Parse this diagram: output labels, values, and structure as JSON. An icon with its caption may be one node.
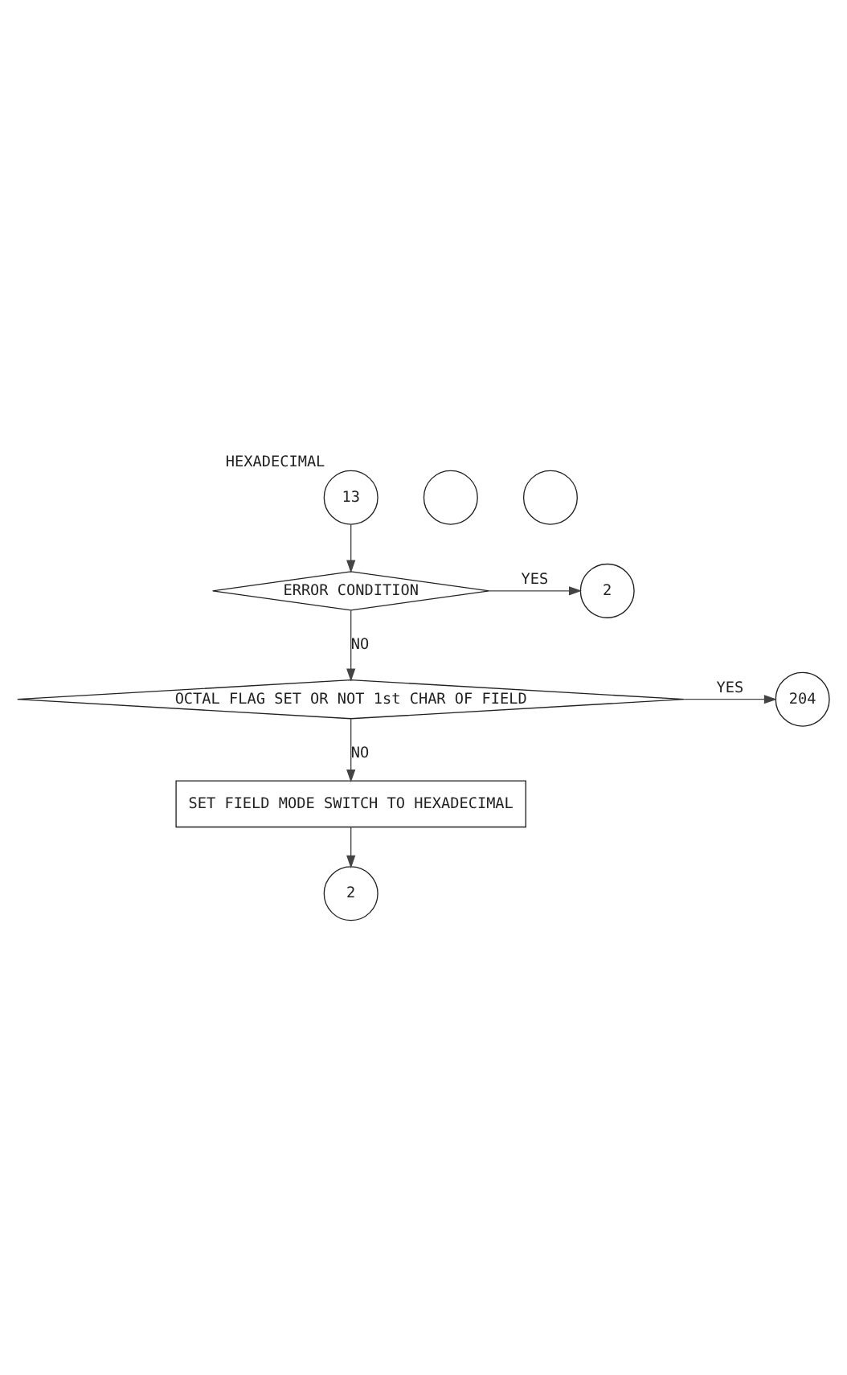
{
  "diagram": {
    "nodes": [
      {
        "text": [
          "13"
        ],
        "beside": [
          "HEXADECIMAL"
        ]
      },
      {
        "text": [
          "ERROR CONDITION"
        ]
      },
      {
        "text": [
          "2"
        ]
      },
      {
        "text": [
          "OCTAL FLAG SET OR NOT 1st CHAR OF FIELD"
        ]
      },
      {
        "text": [
          "204"
        ]
      },
      {
        "text": [
          "SET FIELD MODE SWITCH TO HEXADECIMAL"
        ]
      },
      {
        "text": [
          "2"
        ]
      },
      {
        "text": [],
        "shape": "circle"
      },
      {
        "text": [],
        "shape": "circle"
      }
    ],
    "edges": [
      {
        "from": 0,
        "to": 1,
        "arrow": "to"
      },
      {
        "from": 1,
        "to": 2,
        "arrow": "to",
        "label": "YES"
      },
      {
        "from": 1,
        "to": 3,
        "arrow": "to",
        "label": "NO"
      },
      {
        "from": 3,
        "to": 4,
        "arrow": "to",
        "label": "YES"
      },
      {
        "from": 3,
        "to": 5,
        "arrow": "to",
        "label": "NO"
      },
      {
        "from": 5,
        "to": 6,
        "arrow": "to"
      }
    ]
  }
}
